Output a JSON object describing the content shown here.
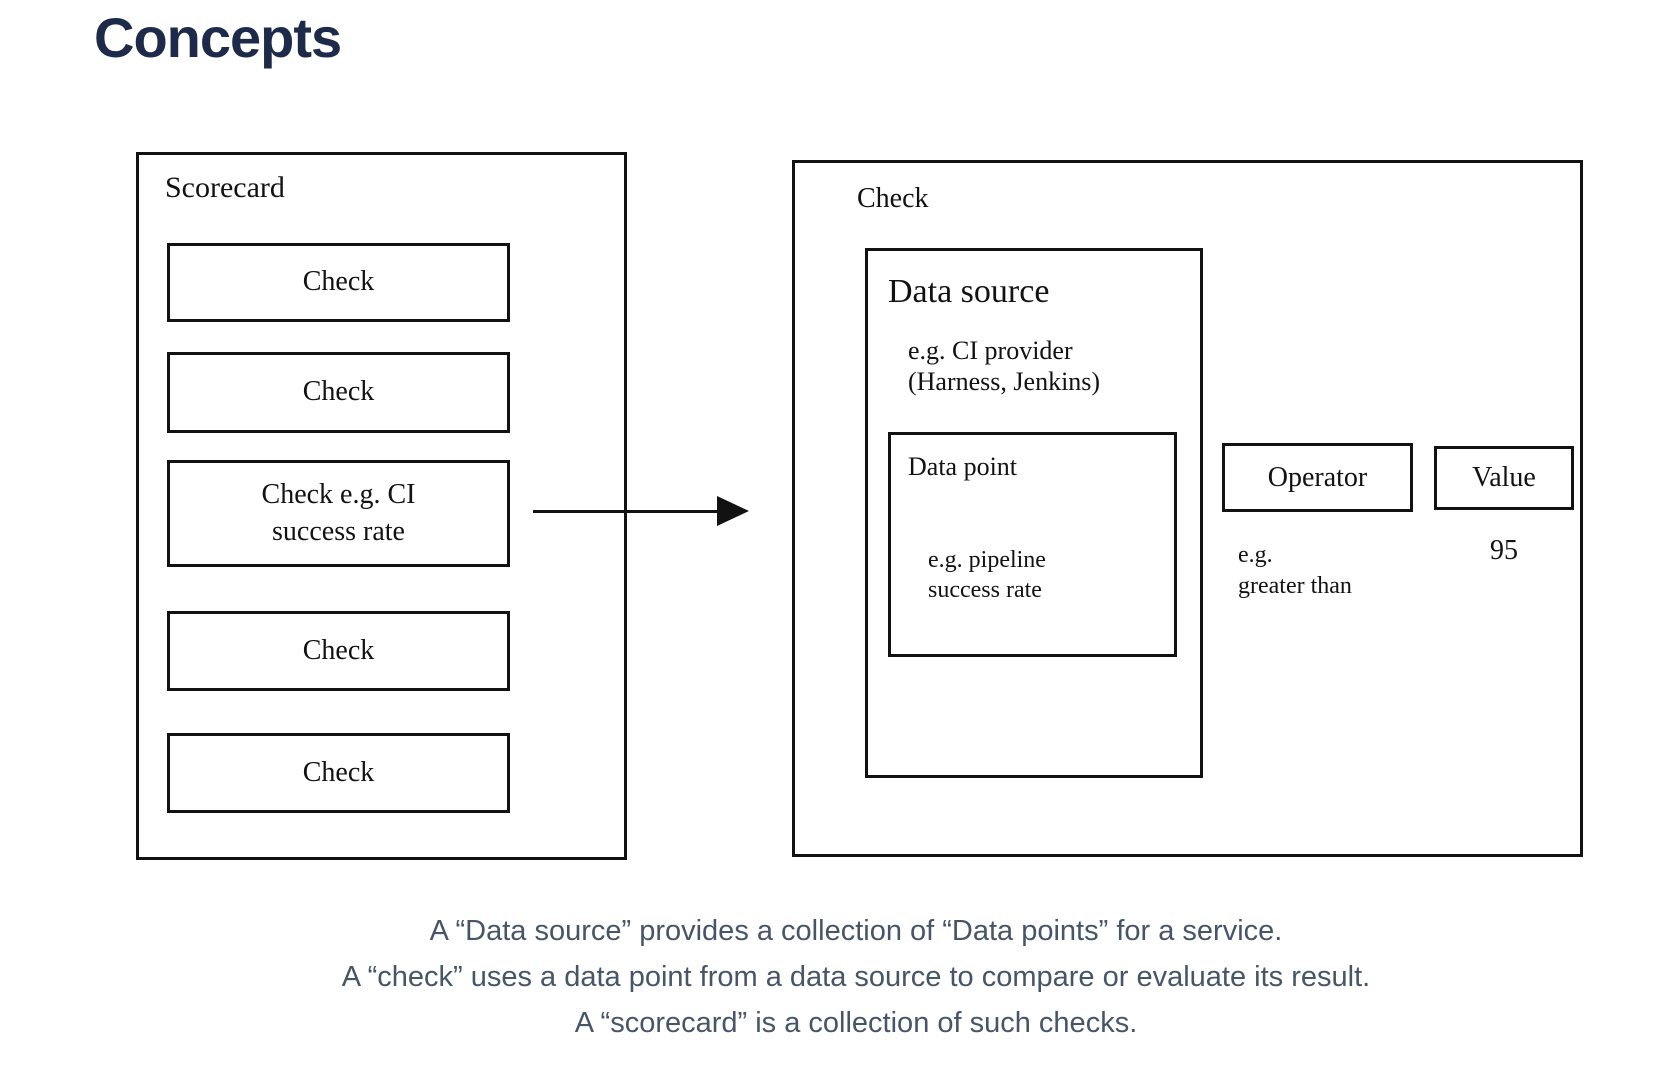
{
  "page": {
    "title": "Concepts"
  },
  "colors": {
    "title_text": "#1e2a4a",
    "caption_text": "#475569",
    "diagram_stroke": "#121212",
    "background": "#ffffff"
  },
  "scorecard": {
    "label": "Scorecard",
    "checks": [
      "Check",
      "Check",
      "Check e.g. CI\nsuccess rate",
      "Check",
      "Check"
    ]
  },
  "check_detail": {
    "label": "Check",
    "data_source": {
      "label": "Data source",
      "example": "e.g. CI provider\n(Harness, Jenkins)",
      "data_point": {
        "label": "Data point",
        "example": "e.g. pipeline\nsuccess rate"
      }
    },
    "operator": {
      "label": "Operator",
      "example": "e.g.\ngreater than"
    },
    "value": {
      "label": "Value",
      "example": "95"
    }
  },
  "caption": {
    "lines": [
      "A “Data source” provides a collection of “Data points” for a service.",
      "A “check” uses a data point from a data source to compare or evaluate its result.",
      "A “scorecard” is a collection of such checks."
    ]
  }
}
